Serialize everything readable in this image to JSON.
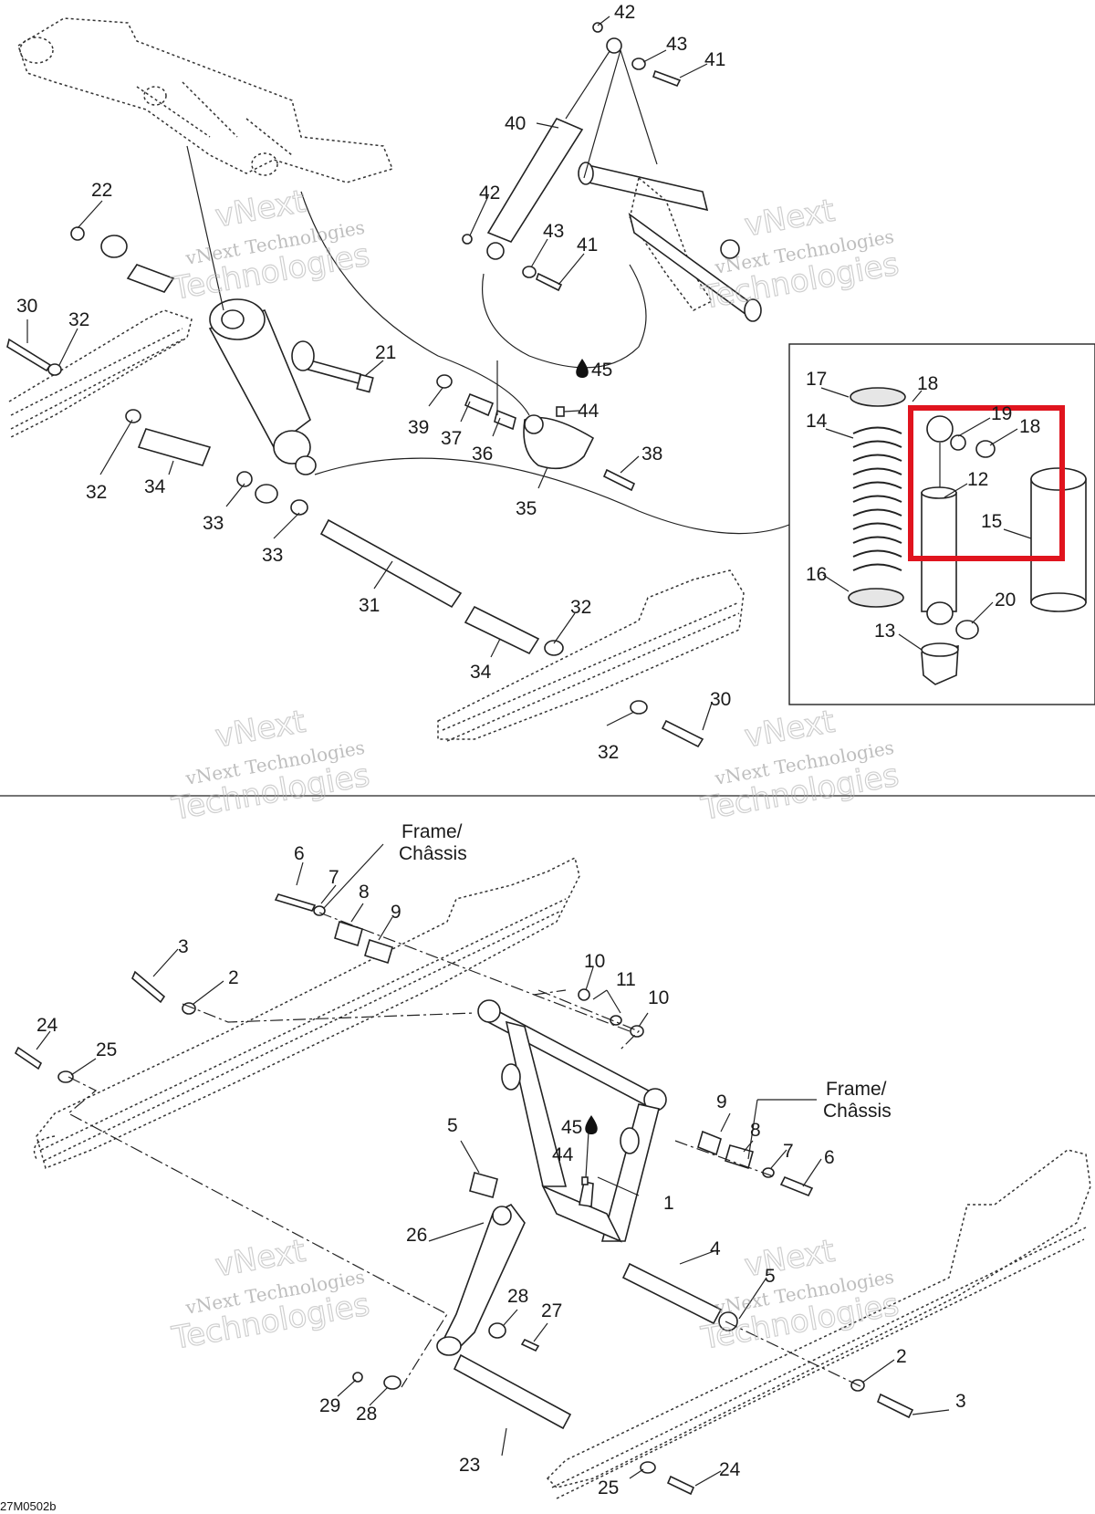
{
  "diagram_code": "27M0502b",
  "frame_label": {
    "line1": "Frame/",
    "line2": "Châssis"
  },
  "watermark": {
    "line1": "vNext",
    "line2": "vNext Technologies",
    "line3": "Technologies"
  },
  "highlight_color": "#e0141e",
  "labels": {
    "l42a": "42",
    "l43a": "43",
    "l41a": "41",
    "l40": "40",
    "l42b": "42",
    "l43b": "43",
    "l41b": "41",
    "l22": "22",
    "l30a": "30",
    "l32a": "32",
    "l21": "21",
    "l32b": "32",
    "l34a": "34",
    "l33a": "33",
    "l33b": "33",
    "l31": "31",
    "l32c": "32",
    "l34b": "34",
    "l30b": "30",
    "l32d": "32",
    "l39": "39",
    "l37": "37",
    "l36": "36",
    "l35": "35",
    "l38": "38",
    "l45a": "45",
    "l44a": "44",
    "l17": "17",
    "l18a": "18",
    "l14": "14",
    "l19": "19",
    "l18b": "18",
    "l12": "12",
    "l15": "15",
    "l16": "16",
    "l20": "20",
    "l13": "13",
    "l6a": "6",
    "l7a": "7",
    "l8a": "8",
    "l9a": "9",
    "l3a": "3",
    "l2a": "2",
    "l24a": "24",
    "l25a": "25",
    "l10a": "10",
    "l11": "11",
    "l10b": "10",
    "l5a": "5",
    "l45b": "45",
    "l44b": "44",
    "l1": "1",
    "l9b": "9",
    "l8b": "8",
    "l7b": "7",
    "l6b": "6",
    "l4": "4",
    "l5b": "5",
    "l26": "26",
    "l28a": "28",
    "l27": "27",
    "l29": "29",
    "l28b": "28",
    "l23": "23",
    "l2b": "2",
    "l3b": "3",
    "l25b": "25",
    "l24b": "24"
  }
}
